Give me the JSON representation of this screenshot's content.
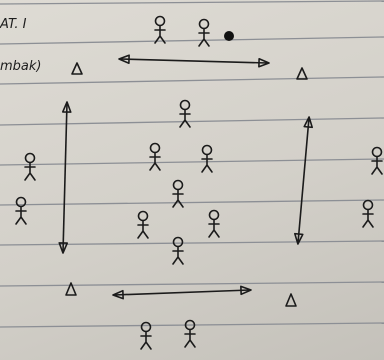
{
  "header": {
    "title_fragment": "AT. I",
    "subtitle_fragment": "mbak)"
  },
  "colors": {
    "ink": "#1b1b1b",
    "ruled_line": "#8c8f95",
    "paper": "#d9d6cf"
  },
  "glyphs": {
    "figure": "stick-figure-player",
    "cone": "triangle-cone",
    "ball": "filled-ball",
    "arrow": "double-headed-arrow"
  }
}
